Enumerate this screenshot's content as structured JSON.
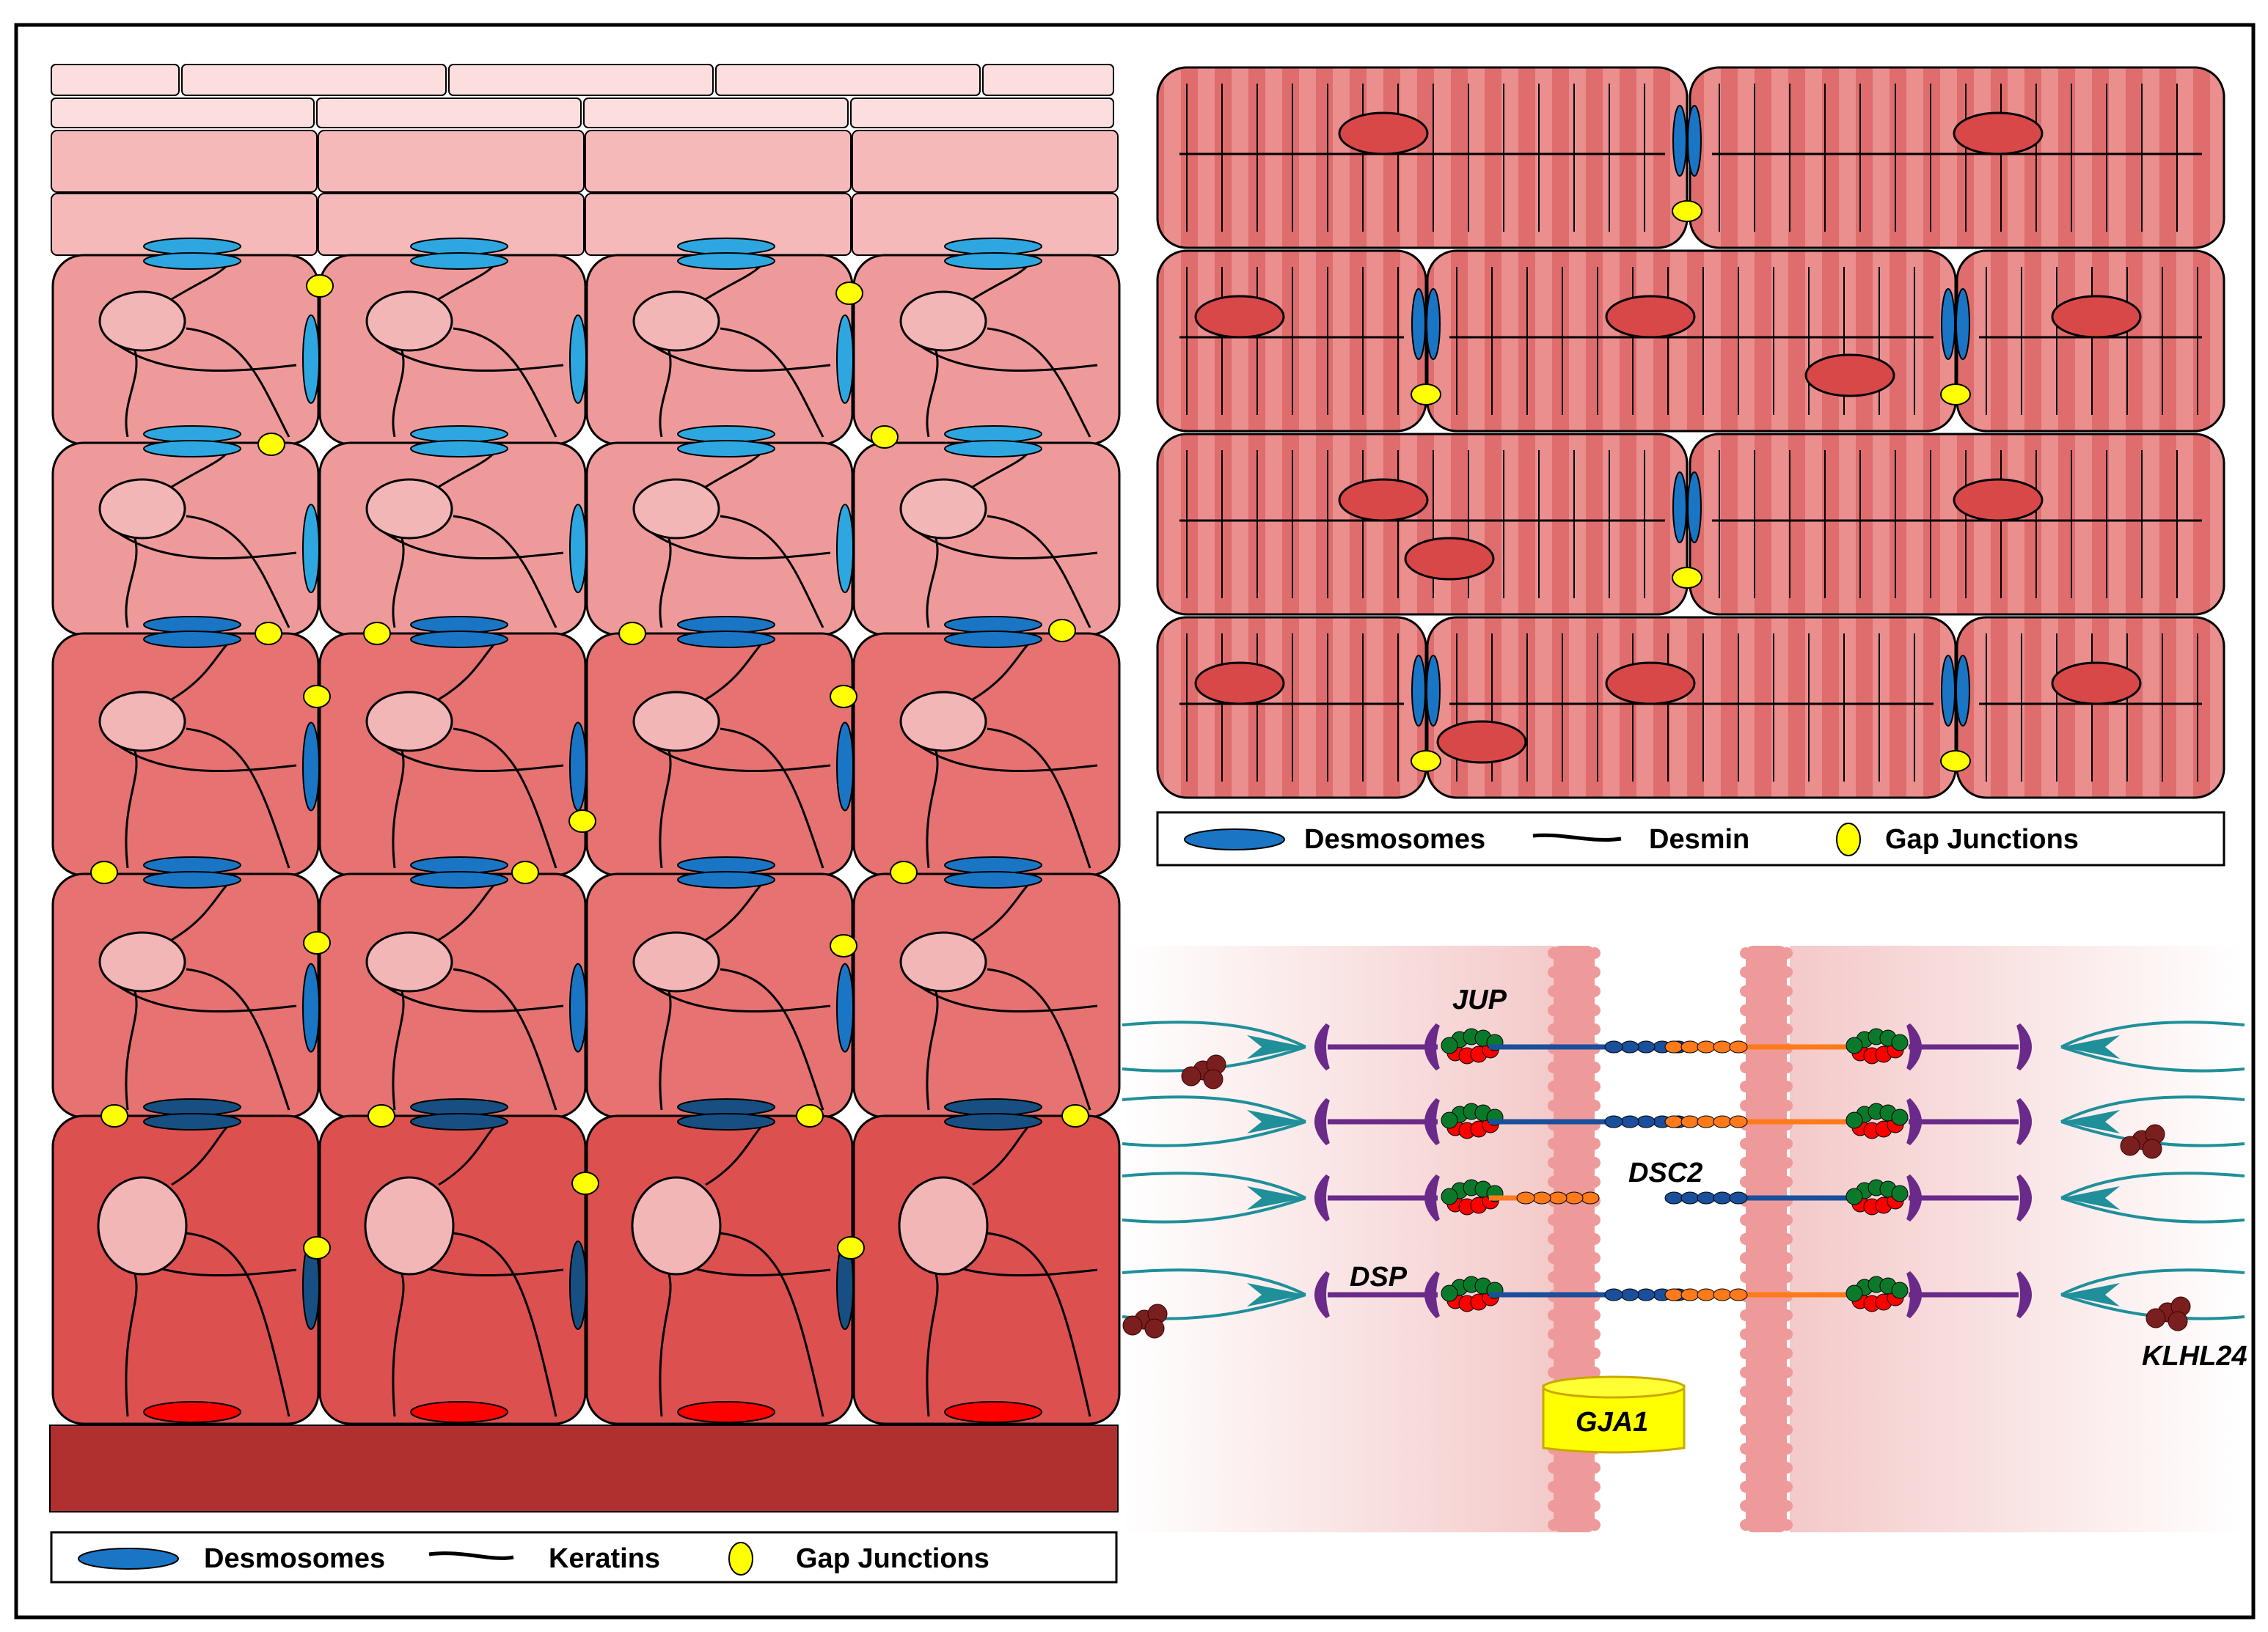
{
  "legends": {
    "epidermis": {
      "desmosomes": "Desmosomes",
      "keratins": "Keratins",
      "gap_junctions": "Gap Junctions"
    },
    "cardiac": {
      "desmosomes": "Desmosomes",
      "desmin": "Desmin",
      "gap_junctions": "Gap Junctions"
    }
  },
  "molecular_labels": {
    "jup": "JUP",
    "dsc2": "DSC2",
    "dsp": "DSP",
    "klhl24": "KLHL24",
    "gja1": "GJA1"
  },
  "colors": {
    "desmosome": "#1a75c4",
    "desmosome_light": "#2ea7e0",
    "desmosome_dark": "#174f82",
    "gap_junction": "#ffff00",
    "basal_desmosome": "#ff0000",
    "basement": "#b03030",
    "cardiomyocyte": "#e07070",
    "desmin": "#000000",
    "klhl24": "#7a1f1f",
    "plakophilin_green": "#0a7a2a",
    "plakoglobin_red": "#ff0000",
    "cadherin_blue": "#1a4f9c",
    "cadherin_orange": "#ff7a1a",
    "dsp_purple": "#6a2a8a",
    "filament_teal": "#1f8f9a"
  }
}
